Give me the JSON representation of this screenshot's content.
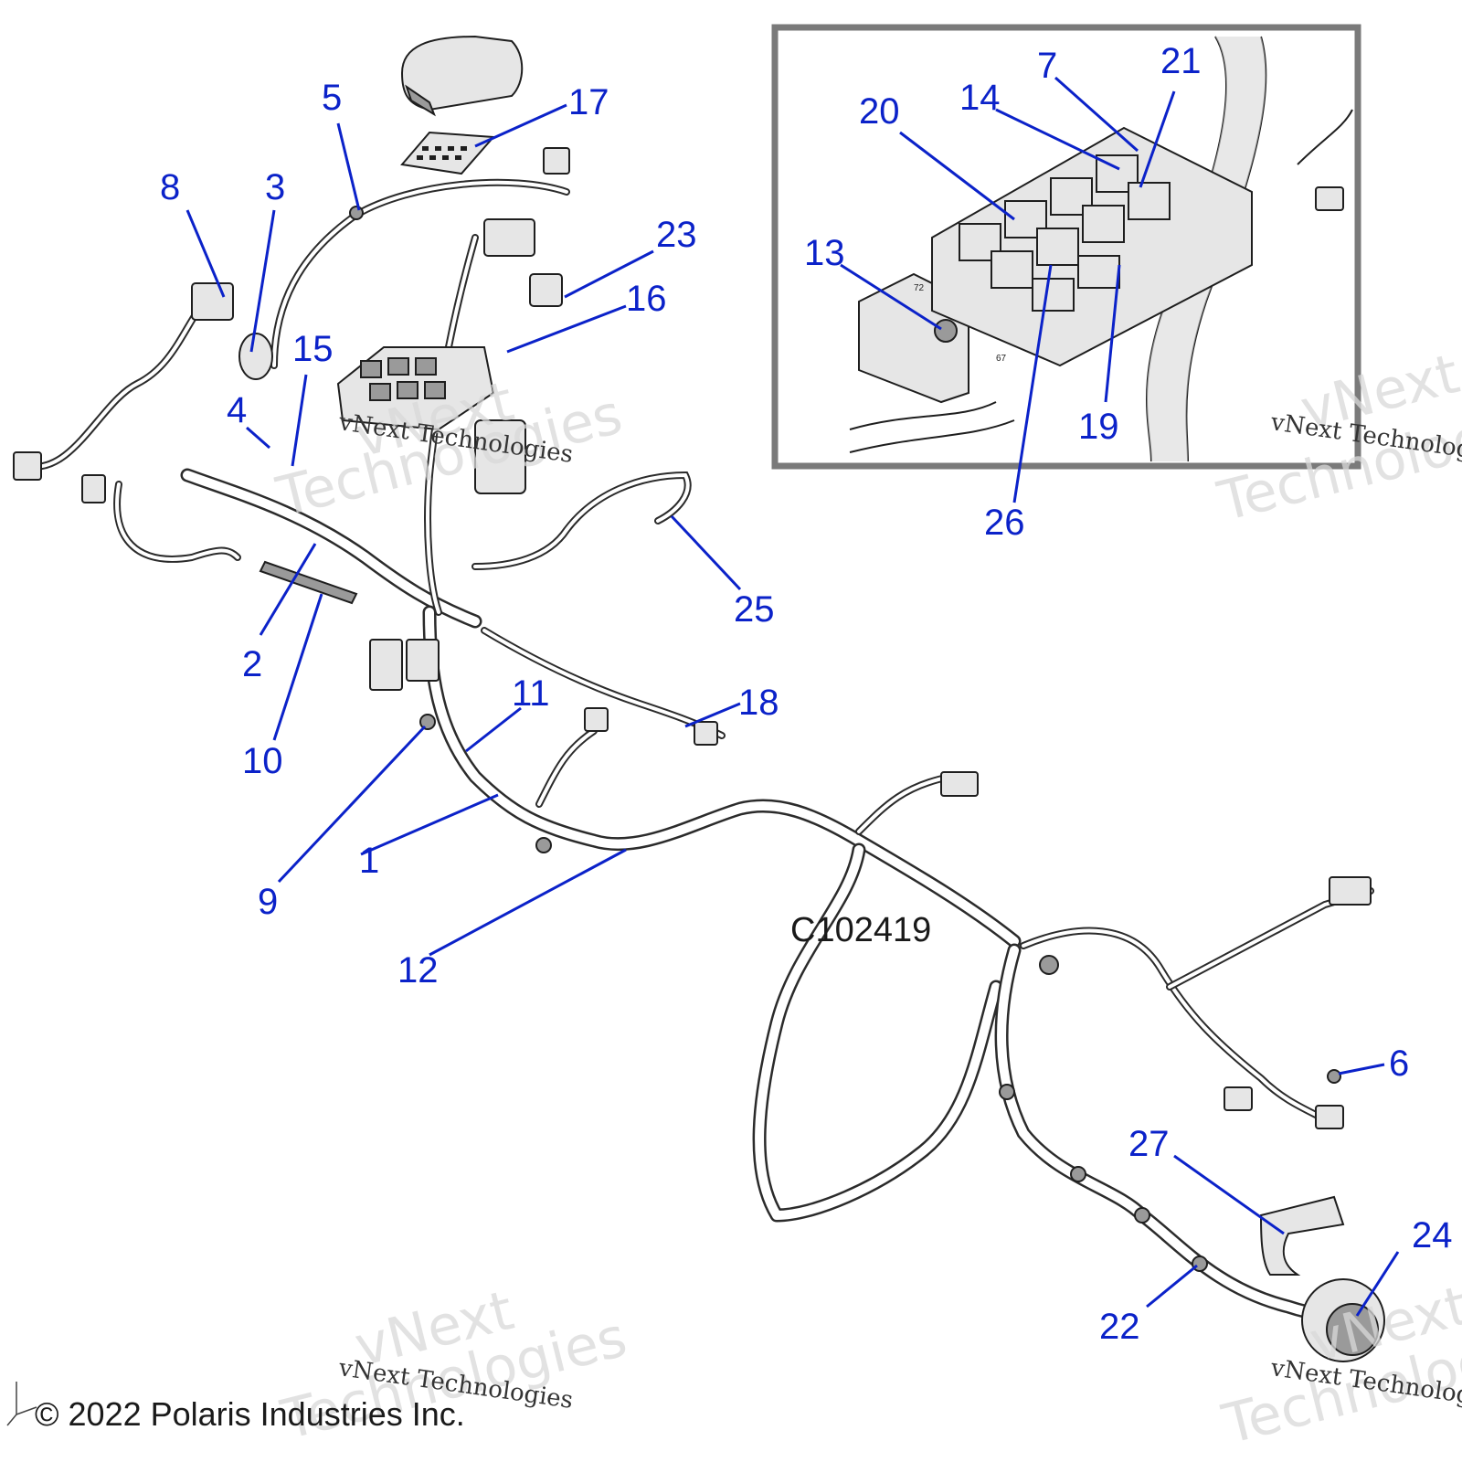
{
  "diagram": {
    "drawing_code": "C102419",
    "copyright": "© 2022 Polaris Industries Inc.",
    "watermark": {
      "brand": "vNext Technologies",
      "brand_line1": "vNext",
      "brand_line2": "Technologies"
    },
    "colors": {
      "callout": "#0b22c9",
      "line_art": "#1e1e1e",
      "inset_border": "#7a7a7a"
    },
    "callouts": [
      {
        "id": "c1",
        "label": "1"
      },
      {
        "id": "c2",
        "label": "2"
      },
      {
        "id": "c3",
        "label": "3"
      },
      {
        "id": "c4",
        "label": "4"
      },
      {
        "id": "c5",
        "label": "5"
      },
      {
        "id": "c6",
        "label": "6"
      },
      {
        "id": "c7",
        "label": "7"
      },
      {
        "id": "c8",
        "label": "8"
      },
      {
        "id": "c9",
        "label": "9"
      },
      {
        "id": "c10",
        "label": "10"
      },
      {
        "id": "c11",
        "label": "11"
      },
      {
        "id": "c12",
        "label": "12"
      },
      {
        "id": "c13",
        "label": "13"
      },
      {
        "id": "c14",
        "label": "14"
      },
      {
        "id": "c15",
        "label": "15"
      },
      {
        "id": "c16",
        "label": "16"
      },
      {
        "id": "c17",
        "label": "17"
      },
      {
        "id": "c18",
        "label": "18"
      },
      {
        "id": "c19",
        "label": "19"
      },
      {
        "id": "c20",
        "label": "20"
      },
      {
        "id": "c21",
        "label": "21"
      },
      {
        "id": "c22",
        "label": "22"
      },
      {
        "id": "c23",
        "label": "23"
      },
      {
        "id": "c24",
        "label": "24"
      },
      {
        "id": "c25",
        "label": "25"
      },
      {
        "id": "c26",
        "label": "26"
      },
      {
        "id": "c27",
        "label": "27"
      }
    ],
    "inset_small_marks": [
      "72",
      "67"
    ]
  }
}
